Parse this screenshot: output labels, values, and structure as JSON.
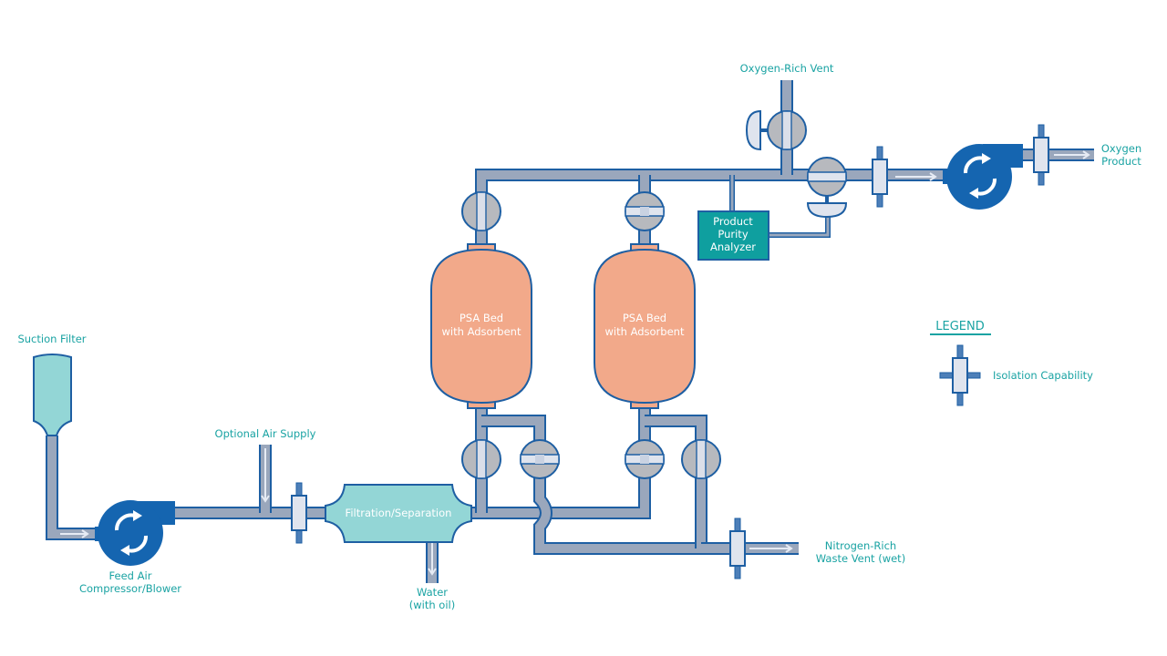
{
  "diagram": {
    "title": "PSA Oxygen Generation Process Flow",
    "colors": {
      "label": "#1aa3a3",
      "pipe_fill": "#9aa7bc",
      "pipe_outline": "#1e5fa3",
      "blower": "#1565b0",
      "bed": "#f2a98a",
      "filter": "#93d6d6",
      "analyzer": "#0f9f9f",
      "valve": "#b7b9be"
    },
    "labels": {
      "suction_filter": "Suction Filter",
      "feed_air_line1": "Feed Air",
      "feed_air_line2": "Compressor/Blower",
      "optional_air": "Optional Air Supply",
      "filtration": "Filtration/Separation",
      "water_line1": "Water",
      "water_line2": "(with oil)",
      "bed1_line1": "PSA Bed",
      "bed1_line2": "with Adsorbent",
      "bed2_line1": "PSA Bed",
      "bed2_line2": "with Adsorbent",
      "analyzer_line1": "Product",
      "analyzer_line2": "Purity",
      "analyzer_line3": "Analyzer",
      "oxygen_vent": "Oxygen-Rich Vent",
      "oxygen_product_line1": "Oxygen",
      "oxygen_product_line2": "Product",
      "nitrogen_line1": "Nitrogen-Rich",
      "nitrogen_line2": "Waste Vent (wet)"
    },
    "legend": {
      "title": "LEGEND",
      "items": [
        {
          "icon": "isolation-capability-icon",
          "label": "Isolation Capability"
        }
      ]
    }
  }
}
